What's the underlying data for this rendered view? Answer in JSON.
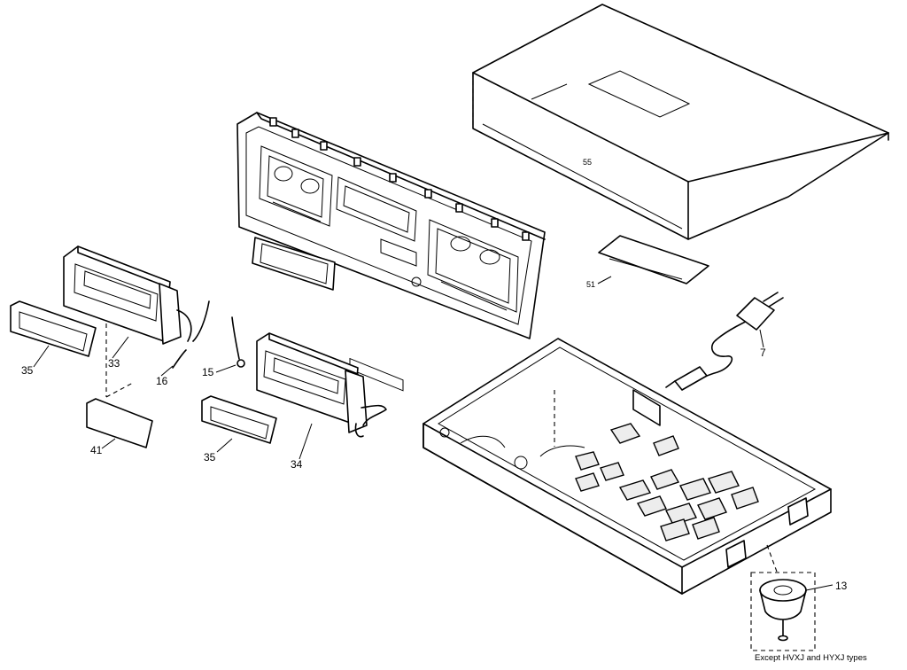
{
  "diagram": {
    "labels": {
      "l55": "55",
      "l51": "51",
      "l7": "7",
      "l13": "13",
      "l35a": "35",
      "l33": "33",
      "l16": "16",
      "l15": "15",
      "l41": "41",
      "l35b": "35",
      "l34": "34"
    },
    "note": "Except HVXJ and HYXJ types"
  }
}
